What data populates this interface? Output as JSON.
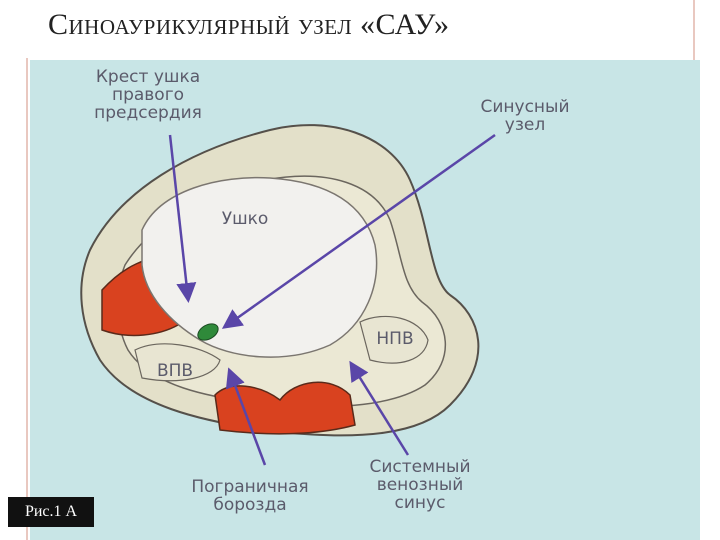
{
  "slide": {
    "title": "Синоаурикулярный узел «САУ»",
    "caption": "Рис.1 А"
  },
  "diagram": {
    "labels": {
      "auricle_crest": "Крест ушка\nправого\nпредсердия",
      "sinus_node": "Синусный\nузел",
      "auricle": "Ушко",
      "svc": "ВПВ",
      "ivc": "НПВ",
      "terminal_sulcus": "Пограничная\nборозда",
      "venous_sinus": "Системный\nвенозный\nсинус"
    },
    "colors": {
      "background": "#c8e5e6",
      "tissue": "#e7e4cf",
      "auricle": "#f2f1ee",
      "muscle": "#d9421f",
      "node": "#2f8a3a",
      "arrow": "#5a46a8"
    }
  }
}
